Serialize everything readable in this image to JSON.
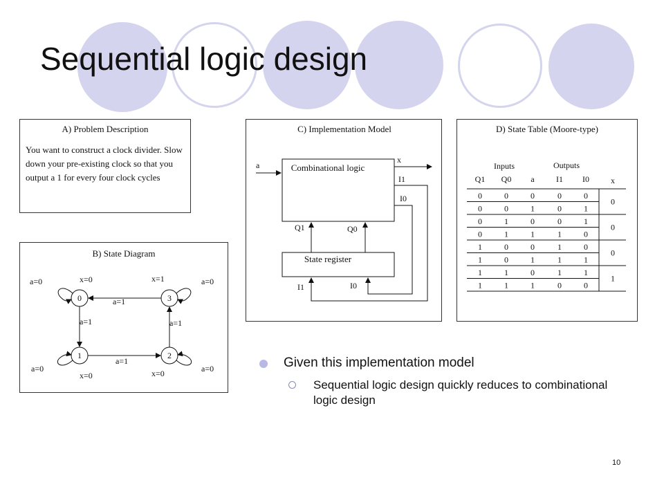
{
  "title": "Sequential logic design",
  "panel_a": {
    "title": "A) Problem Description",
    "text": "You want to construct a clock divider.  Slow down your pre-existing clock so that you output a 1 for every four clock cycles"
  },
  "panel_b": {
    "title": "B) State Diagram",
    "states": [
      "0",
      "3",
      "1",
      "2"
    ],
    "labels": {
      "s0_loop": "a=0",
      "s0_out": "x=0",
      "s3_loop": "a=0",
      "s3_out": "x=1",
      "s1_loop": "a=0",
      "s1_out": "x=0",
      "s2_loop": "a=0",
      "s2_out": "x=0",
      "e01": "a=1",
      "e12": "a=1",
      "e23": "a=1",
      "e30": "a=1"
    }
  },
  "panel_c": {
    "title": "C) Implementation Model",
    "comb": "Combinational logic",
    "reg": "State register",
    "in_a": "a",
    "out_x": "x",
    "i1_top": "I1",
    "i0_top": "I0",
    "q1": "Q1",
    "q0": "Q0",
    "i1_bot": "I1",
    "i0_bot": "I0"
  },
  "panel_d": {
    "title": "D) State Table (Moore-type)",
    "group_inputs": "Inputs",
    "group_outputs": "Outputs",
    "headers": [
      "Q1",
      "Q0",
      "a",
      "I1",
      "I0",
      "x"
    ],
    "rows": [
      [
        "0",
        "0",
        "0",
        "0",
        "0"
      ],
      [
        "0",
        "0",
        "1",
        "0",
        "1"
      ],
      [
        "0",
        "1",
        "0",
        "0",
        "1"
      ],
      [
        "0",
        "1",
        "1",
        "1",
        "0"
      ],
      [
        "1",
        "0",
        "0",
        "1",
        "0"
      ],
      [
        "1",
        "0",
        "1",
        "1",
        "1"
      ],
      [
        "1",
        "1",
        "0",
        "1",
        "1"
      ],
      [
        "1",
        "1",
        "1",
        "0",
        "0"
      ]
    ],
    "x_values": [
      "0",
      "0",
      "0",
      "1"
    ]
  },
  "bullets": {
    "main": "Given this implementation model",
    "sub": "Sequential logic design quickly reduces to combinational logic design"
  },
  "page_number": "10",
  "colors": {
    "decor": "#d4d4ee",
    "bullet": "#b8b8e6"
  }
}
